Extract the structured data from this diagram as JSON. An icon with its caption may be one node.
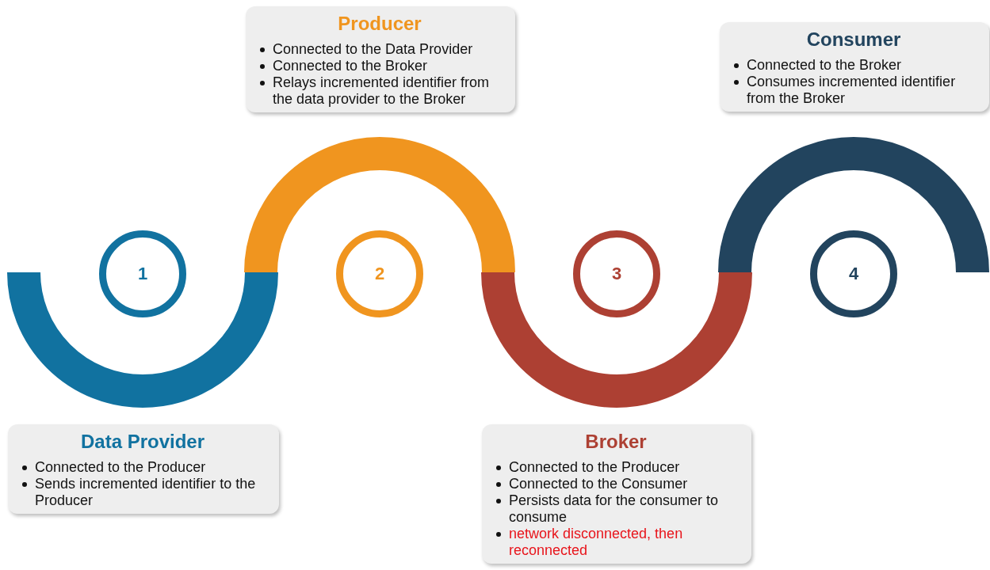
{
  "diagram": {
    "nodes": [
      {
        "text": [
          "Producer",
          "Connected to the Data Provider",
          "Connected to the Broker",
          "Relays incremented identifier from the data provider to the Broker"
        ]
      },
      {
        "text": [
          "Consumer",
          "Connected to the Broker",
          "Consumes incremented identifier from the Broker"
        ]
      },
      {
        "text": [
          "1"
        ]
      },
      {
        "text": [
          "2"
        ]
      },
      {
        "text": [
          "3"
        ]
      },
      {
        "text": [
          "4"
        ]
      },
      {
        "text": [
          "Data Provider",
          "Connected to the Producer",
          "Sends incremented identifier to the Producer"
        ]
      },
      {
        "text": [
          "Broker",
          "Connected to the Producer",
          "Connected to the Consumer",
          "Persists data for the consumer to consume",
          "network disconnected, then reconnected"
        ]
      }
    ]
  }
}
